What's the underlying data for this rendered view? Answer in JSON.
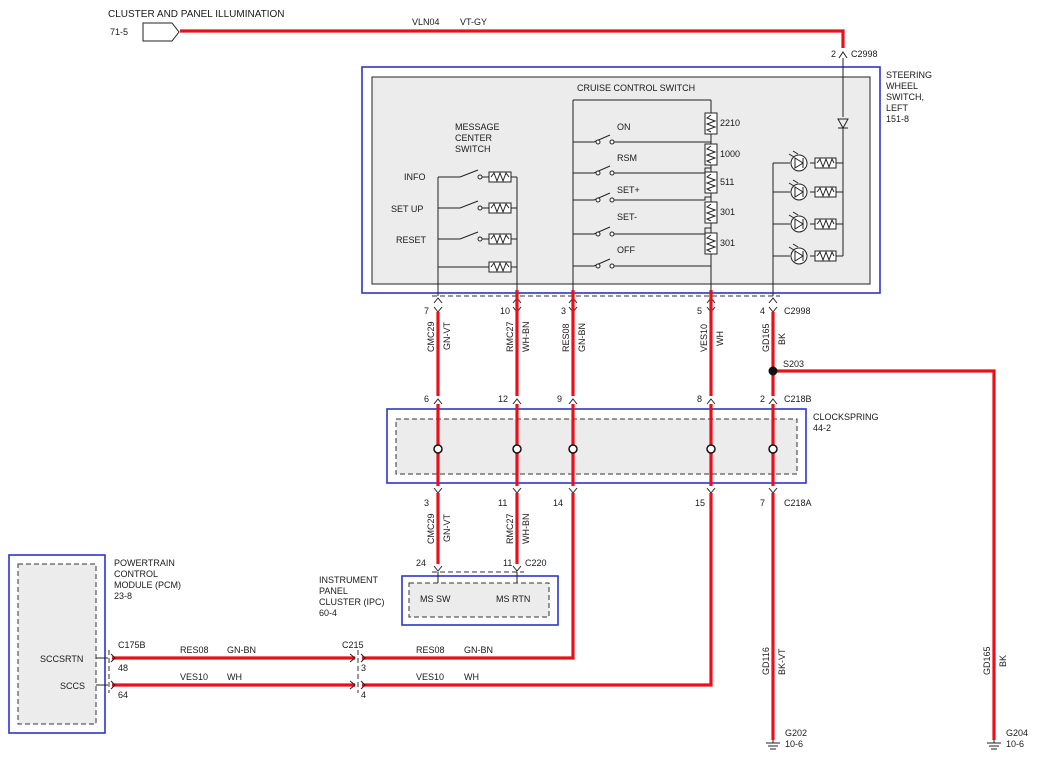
{
  "illumination": {
    "title": "CLUSTER AND PANEL ILLUMINATION",
    "ref": "71-5",
    "circuit": "VLN04",
    "color": "VT-GY"
  },
  "steering_switch": {
    "pin": "2",
    "connector": "C2998",
    "lines": [
      "STEERING",
      "WHEEL",
      "SWITCH,",
      "LEFT",
      "151-8"
    ]
  },
  "cruise": {
    "title": "CRUISE CONTROL SWITCH",
    "switches": [
      {
        "label": "ON",
        "value": "2210"
      },
      {
        "label": "RSM",
        "value": "1000"
      },
      {
        "label": "SET+",
        "value": "511"
      },
      {
        "label": "SET-",
        "value": "301"
      },
      {
        "label": "OFF",
        "value": "301"
      }
    ]
  },
  "message_center": {
    "title_lines": [
      "MESSAGE",
      "CENTER",
      "SWITCH"
    ],
    "switches": [
      "INFO",
      "SET UP",
      "RESET"
    ]
  },
  "wires_top": [
    {
      "pin": "7",
      "circuit": "CMC29",
      "color": "GN-VT"
    },
    {
      "pin": "10",
      "circuit": "RMC27",
      "color": "WH-BN"
    },
    {
      "pin": "3",
      "circuit": "RES08",
      "color": "GN-BN"
    },
    {
      "pin": "5",
      "circuit": "VES10",
      "color": "WH"
    },
    {
      "pin": "4",
      "circuit": "GD165",
      "color": "BK"
    }
  ],
  "c2998_bottom": "C2998",
  "splice": "S203",
  "c218b": {
    "connector": "C218B",
    "pins": [
      "6",
      "12",
      "9",
      "8",
      "2"
    ]
  },
  "clockspring": {
    "name": "CLOCKSPRING",
    "ref": "44-2"
  },
  "c218a": {
    "connector": "C218A",
    "pins": [
      "3",
      "11",
      "14",
      "15",
      "7"
    ]
  },
  "wires_mid": [
    {
      "circuit": "CMC29",
      "color": "GN-VT"
    },
    {
      "circuit": "RMC27",
      "color": "WH-BN"
    }
  ],
  "c220": {
    "connector": "C220",
    "pins": [
      "24",
      "11"
    ]
  },
  "ipc": {
    "lines": [
      "INSTRUMENT",
      "PANEL",
      "CLUSTER (IPC)",
      "60-4"
    ],
    "pin_labels": [
      "MS SW",
      "MS RTN"
    ]
  },
  "pcm": {
    "lines": [
      "POWERTRAIN",
      "CONTROL",
      "MODULE (PCM)",
      "23-8"
    ],
    "connector": "C175B",
    "signals": [
      {
        "name": "SCCSRTN",
        "pin": "48"
      },
      {
        "name": "SCCS",
        "pin": "64"
      }
    ]
  },
  "c215": {
    "connector": "C215",
    "pins": [
      "3",
      "4"
    ]
  },
  "bottom_wires": [
    {
      "circuit": "RES08",
      "color": "GN-BN"
    },
    {
      "circuit": "VES10",
      "color": "WH"
    }
  ],
  "ground_wires": [
    {
      "circuit": "GD116",
      "color": "BK-VT",
      "ground": "G202",
      "ref": "10-6"
    },
    {
      "circuit": "GD165",
      "color": "BK",
      "ground": "G204",
      "ref": "10-6"
    }
  ]
}
